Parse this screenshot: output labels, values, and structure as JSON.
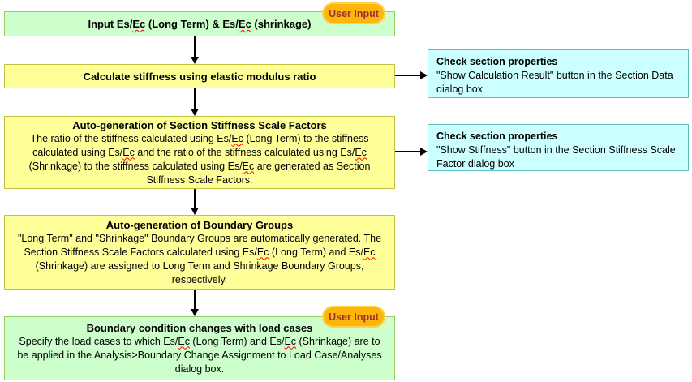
{
  "badge": {
    "label": "User Input",
    "fill": "#FFB60A",
    "border": "#FFD34D",
    "text_color": "#993333"
  },
  "colors": {
    "user_step_fill": "#CCFFCC",
    "user_step_border": "#99CC66",
    "process_fill": "#FFFF99",
    "process_border": "#C2C23E",
    "note_fill": "#CCFFFF",
    "note_border": "#5FBFBF",
    "arrow": "#000000",
    "spellcheck_underline": "#FF0000"
  },
  "flow": {
    "step1": {
      "title": "Input Es/Ec (Long Term) & Es/Ec (shrinkage)",
      "user_input": true
    },
    "step2": {
      "title": "Calculate stiffness using elastic modulus ratio"
    },
    "step3": {
      "title": "Auto-generation of Section Stiffness Scale Factors",
      "body": "The ratio of the stiffness calculated using Es/Ec (Long Term) to the stiffness calculated using Es/Ec and the ratio of the stiffness calculated using Es/Ec (Shrinkage) to the stiffness calculated using Es/Ec are generated as Section Stiffness Scale Factors."
    },
    "step4": {
      "title": "Auto-generation of Boundary Groups",
      "body": "\"Long Term\" and \"Shrinkage\" Boundary Groups are automatically generated. The Section Stiffness Scale Factors calculated using Es/Ec (Long Term) and Es/Ec (Shrinkage) are assigned to Long Term and Shrinkage Boundary Groups, respectively."
    },
    "step5": {
      "title": "Boundary condition changes with load cases",
      "body": "Specify the load cases to which Es/Ec (Long Term) and Es/Ec (Shrinkage) are to be applied in the Analysis>Boundary Change Assignment to Load Case/Analyses dialog box.",
      "user_input": true
    },
    "note1": {
      "title": "Check section properties",
      "body": "\"Show Calculation Result\" button in the Section Data dialog box"
    },
    "note2": {
      "title": "Check section properties",
      "body": "\"Show Stiffness\" button in the Section Stiffness Scale Factor dialog box"
    }
  },
  "spellcheck_words": [
    "Ec"
  ]
}
